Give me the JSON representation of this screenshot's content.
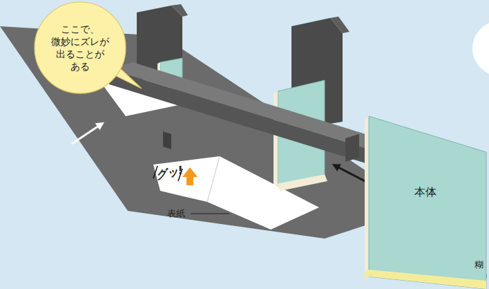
{
  "diagram": {
    "nodes": [
      {
        "text": [
          "ここで、 微妙にズレが 出ることが ある"
        ]
      },
      {
        "text": [
          "本体"
        ]
      }
    ],
    "labels": [
      "グッ!",
      "表紙",
      "糊"
    ]
  }
}
